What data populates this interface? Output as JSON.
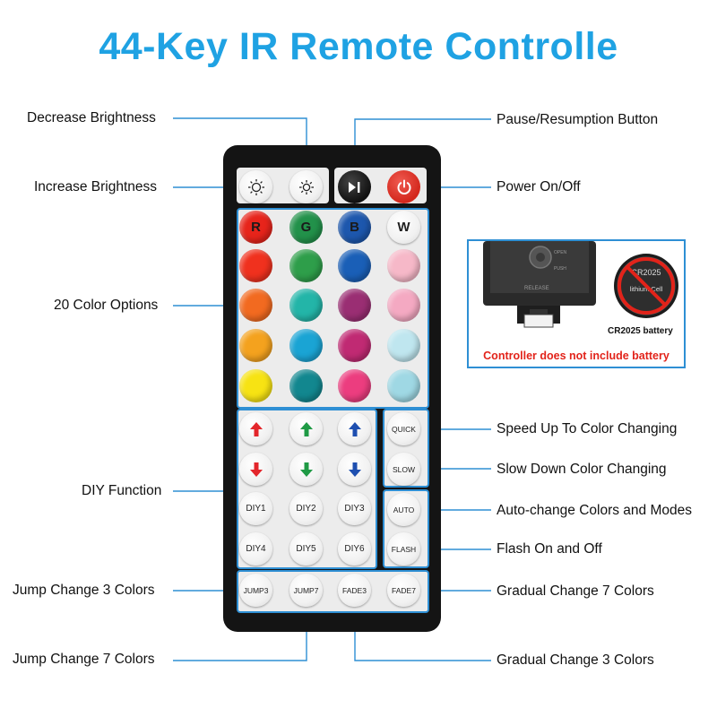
{
  "title": "44-Key IR Remote Controlle",
  "labels": {
    "decrease_brightness": "Decrease Brightness",
    "increase_brightness": "Increase Brightness",
    "color_options": "20 Color Options",
    "diy_function": "DIY Function",
    "jump3": "Jump Change 3 Colors",
    "jump7": "Jump Change 7 Colors",
    "pause": "Pause/Resumption Button",
    "power": "Power On/Off",
    "speed_up": "Speed Up To Color Changing",
    "slow_down": "Slow Down Color Changing",
    "auto": "Auto-change Colors and Modes",
    "flash": "Flash On and Off",
    "fade7": "Gradual Change 7 Colors",
    "fade3": "Gradual Change 3 Colors"
  },
  "rgbw_keys": [
    "R",
    "G",
    "B",
    "W"
  ],
  "color_keys": [
    [
      "#f0311e",
      "#2e9e4a",
      "#1a5fb7",
      "#f6b8c8"
    ],
    [
      "#f26a20",
      "#23b5a8",
      "#9a2e73",
      "#f4a9c2"
    ],
    [
      "#f4a21e",
      "#1aa4d4",
      "#c02a73",
      "#bfe6ef"
    ],
    [
      "#f7e313",
      "#12878f",
      "#ec3d7f",
      "#9fd8e4"
    ]
  ],
  "diy_keys": {
    "row1": [
      "DIY1",
      "DIY2",
      "DIY3"
    ],
    "row2": [
      "DIY4",
      "DIY5",
      "DIY6"
    ]
  },
  "speed_keys": [
    "QUICK",
    "SLOW"
  ],
  "mode_keys": [
    "AUTO",
    "FLASH"
  ],
  "bottom_keys": [
    "JUMP3",
    "JUMP7",
    "FADE3",
    "FADE7"
  ],
  "battery": {
    "name": "CR2025 battery",
    "coin_text": "CR2025",
    "coin_subtext": "lithium Cell",
    "warning": "Controller does not include battery",
    "device_text_1": "OPEN",
    "device_text_2": "PUSH",
    "device_text_3": "RELEASE"
  },
  "colors": {
    "title": "#1fa2e3",
    "accent_line": "#2e8fd4",
    "warning": "#e2231a",
    "arrow_red": "#e3262b",
    "arrow_green": "#1f9a45",
    "arrow_blue": "#1e4fb0"
  }
}
